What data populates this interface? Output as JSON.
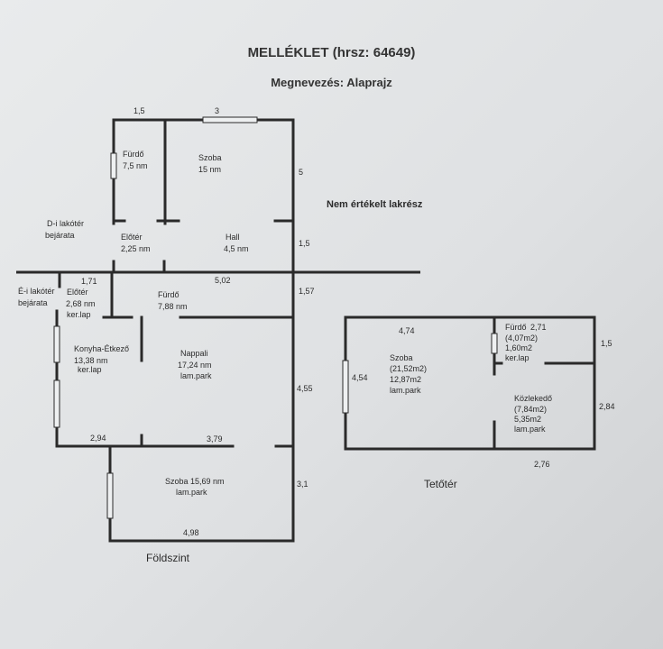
{
  "title": "MELLÉKLET (hrsz: 64649)",
  "subtitle": "Megnevezés: Alaprajz",
  "not_evaluated": "Nem értékelt lakrész",
  "entrances": {
    "d_line1": "D-i lakótér",
    "d_line2": "bejárata",
    "e_line1": "É-i lakótér",
    "e_line2": "bejárata"
  },
  "floors": {
    "ground": "Földszint",
    "attic": "Tetőtér"
  },
  "rooms": {
    "furdo_top": {
      "name": "Fürdő",
      "area": "7,5 nm"
    },
    "szoba_top": {
      "name": "Szoba",
      "area": "15 nm"
    },
    "eloter_top": {
      "name": "Előtér",
      "area": "2,25 nm"
    },
    "hall": {
      "name": "Hall",
      "area": "4,5 nm"
    },
    "eloter_left": {
      "name": "Előtér",
      "area": "2,68 nm",
      "floor": "ker.lap"
    },
    "furdo_mid": {
      "name": "Fürdő",
      "area": "7,88 nm"
    },
    "konyha": {
      "name": "Konyha-Étkező",
      "area": "13,38 nm",
      "floor": "ker.lap"
    },
    "nappali": {
      "name": "Nappali",
      "area": "17,24 nm",
      "floor": "lam.park"
    },
    "szoba_bottom": {
      "name": "Szoba 15,69 nm",
      "floor": "lam.park"
    },
    "attic_szoba": {
      "name": "Szoba",
      "l1": "(21,52m2)",
      "l2": "12,87m2",
      "floor": "lam.park"
    },
    "attic_furdo": {
      "name": "Fürdő",
      "l1": "(4,07m2)",
      "l2": "1,60m2",
      "floor": "ker.lap"
    },
    "attic_kozl": {
      "name": "Közlekedő",
      "l1": "(7,84m2)",
      "l2": "5,35m2",
      "floor": "lam.park"
    }
  },
  "dims": {
    "d1_5_top": "1,5",
    "d3_top": "3",
    "d5_right": "5",
    "d1_5_right": "1,5",
    "d1_71": "1,71",
    "d5_02": "5,02",
    "d1_57": "1,57",
    "d4_55": "4,55",
    "d2_94": "2,94",
    "d3_79": "3,79",
    "d3_1": "3,1",
    "d4_98": "4,98",
    "a4_74": "4,74",
    "a2_71": "2,71",
    "a1_5": "1,5",
    "a4_54": "4,54",
    "a2_84": "2,84",
    "a2_76": "2,76"
  }
}
